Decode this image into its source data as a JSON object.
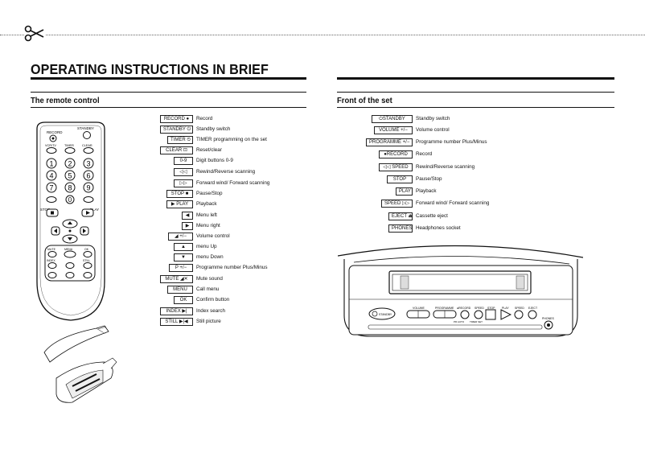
{
  "page": {
    "title": "OPERATING INSTRUCTIONS IN BRIEF",
    "icon": "scissors-icon"
  },
  "remote": {
    "section_title": "The remote control",
    "diagram_labels": {
      "record": "RECORD",
      "standby": "STANDBY",
      "vcrtv": "VCR/TV",
      "timer": "TIMER",
      "clear": "CLEAR",
      "stop": "STOP",
      "play": "PLAY",
      "mute": "MUTE",
      "menu": "MENU",
      "ok": "OK",
      "index": "INDEX",
      "still": "STILL",
      "digits": [
        "1",
        "2",
        "3",
        "4",
        "5",
        "6",
        "7",
        "8",
        "9",
        "0"
      ]
    },
    "legend": [
      {
        "key": "RECORD ●",
        "desc": "Record"
      },
      {
        "key": "STANDBY ⏻",
        "desc": "Standby switch"
      },
      {
        "key": "TIMER ⏲",
        "desc": "TIMER programming on the set"
      },
      {
        "key": "CLEAR ⊡",
        "desc": "Reset/clear"
      },
      {
        "key": "0-9",
        "desc": "Digit buttons 0-9"
      },
      {
        "key": "◁◁",
        "desc": "Rewind/Reverse scanning"
      },
      {
        "key": "▷▷",
        "desc": "Forward wind/ Forward scanning"
      },
      {
        "key": "STOP ■",
        "desc": "Pause/Stop"
      },
      {
        "key": "▶ PLAY",
        "desc": "Playback"
      },
      {
        "key": "◀",
        "desc": "Menu left"
      },
      {
        "key": "▶",
        "desc": "Menu right"
      },
      {
        "key": "◢ +/−",
        "desc": "Volume control"
      },
      {
        "key": "▲",
        "desc": "menu Up"
      },
      {
        "key": "▼",
        "desc": "menu Down"
      },
      {
        "key": "P +/−",
        "desc": "Programme number Plus/Minus"
      },
      {
        "key": "MUTE ◢✕",
        "desc": "Mute sound"
      },
      {
        "key": "MENU",
        "desc": "Call menu"
      },
      {
        "key": "OK",
        "desc": "Confirm button"
      },
      {
        "key": "INDEX ▶|",
        "desc": "Index search"
      },
      {
        "key": "STILL ▶|◀",
        "desc": "Still picture"
      }
    ]
  },
  "front": {
    "section_title": "Front of the set",
    "diagram_labels": {
      "standby": "STANDBY",
      "volume": "VOLUME",
      "programme": "PROGRAMME",
      "record": "●RECORD",
      "speed": "SPEED",
      "stop": "STOP",
      "play": "PLAY",
      "speed2": "SPEED",
      "eject": "EJECT",
      "phones": "PHONES",
      "pr_auto": "PR AUTO",
      "timer_set": "TIMER SET"
    },
    "legend": [
      {
        "key": "⏻STANDBY",
        "desc": "Standby switch"
      },
      {
        "key": "VOLUME +/−",
        "desc": "Volume control"
      },
      {
        "key": "PROGRAMME +/−",
        "desc": "Programme number Plus/Minus"
      },
      {
        "key": "●RECORD",
        "desc": "Record"
      },
      {
        "key": "◁◁ SPEED",
        "desc": "Rewind/Reverse scanning"
      },
      {
        "key": "STOP",
        "desc": "Pause/Stop"
      },
      {
        "key": "PLAY",
        "desc": "Playback"
      },
      {
        "key": "SPEED ▷▷",
        "desc": "Forward wind/ Forward scanning"
      },
      {
        "key": "EJECT ⏏",
        "desc": "Cassette eject"
      },
      {
        "key": "PHONES",
        "desc": "Headphones socket"
      }
    ]
  }
}
